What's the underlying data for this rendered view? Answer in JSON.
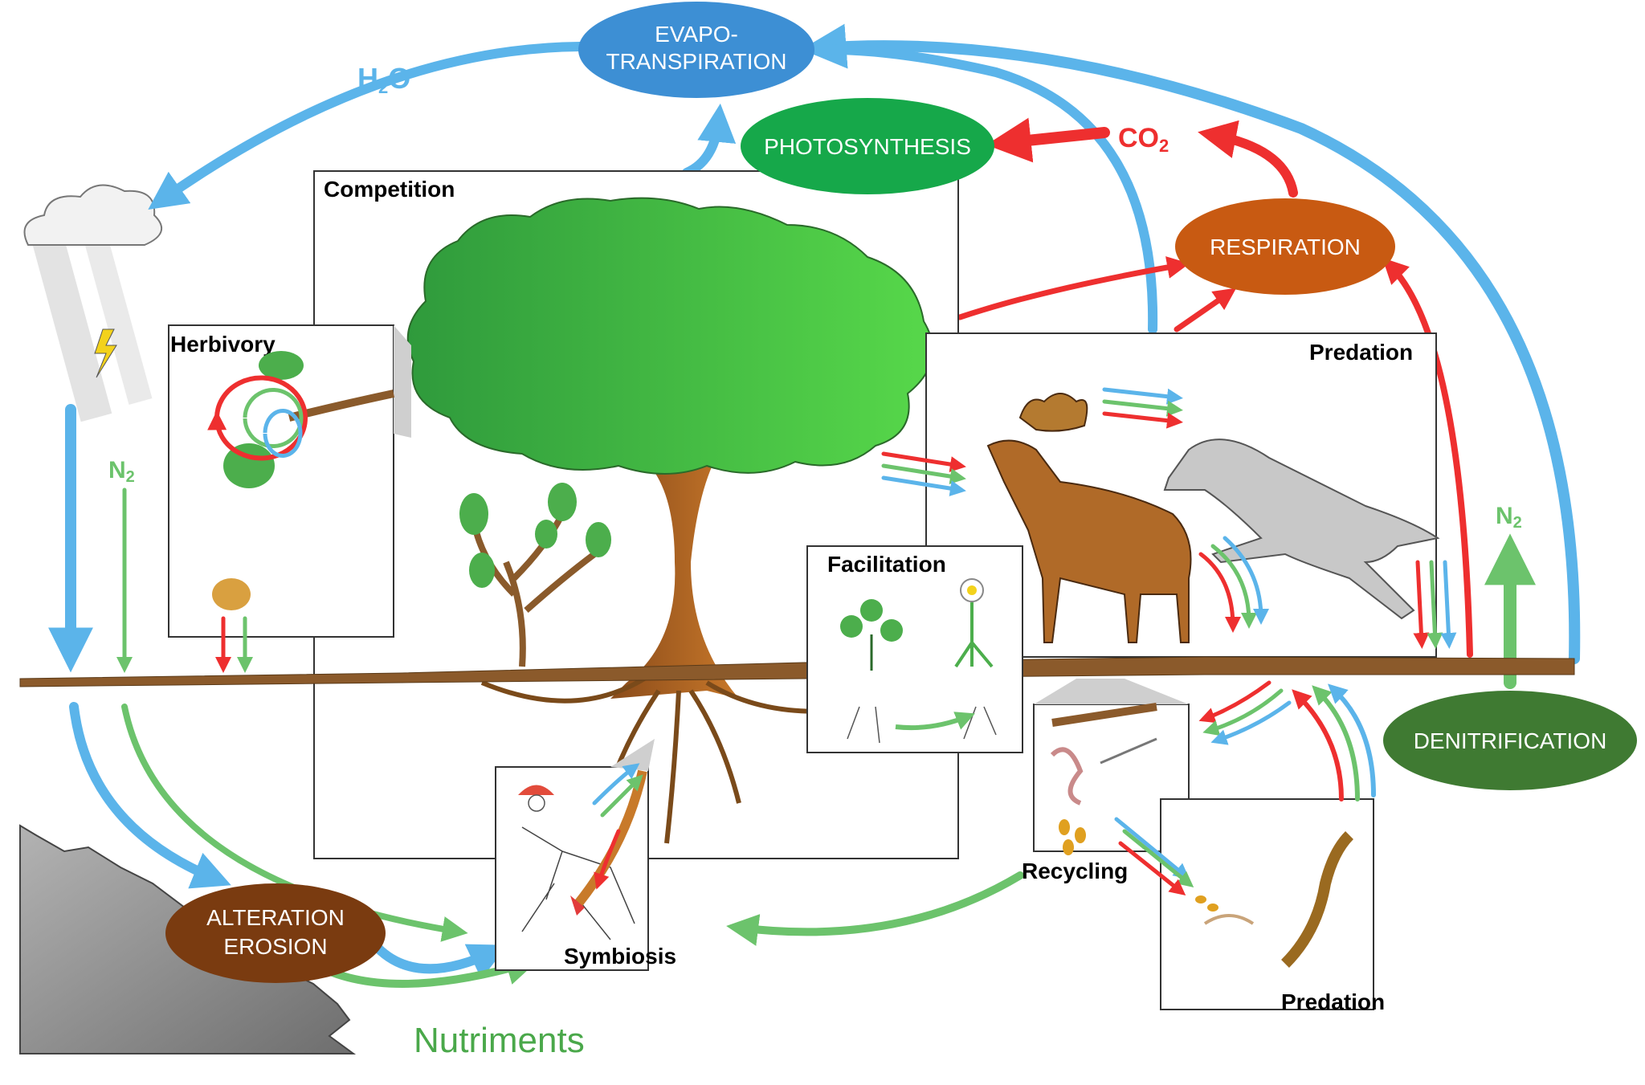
{
  "processes": {
    "evapotranspiration_line1": "EVAPO-",
    "evapotranspiration_line2": "TRANSPIRATION",
    "photosynthesis": "PHOTOSYNTHESIS",
    "respiration": "RESPIRATION",
    "denitrification": "DENITRIFICATION",
    "alteration_line1": "ALTERATION",
    "alteration_line2": "EROSION"
  },
  "interactions": {
    "competition": "Competition",
    "herbivory": "Herbivory",
    "predation_top": "Predation",
    "facilitation": "Facilitation",
    "symbiosis": "Symbiosis",
    "recycling": "Recycling",
    "predation_bottom": "Predation"
  },
  "chemicals": {
    "water_main": "H",
    "water_sub": "2",
    "water_end": "O",
    "co2_main": "CO",
    "co2_sub": "2",
    "n2_main": "N",
    "n2_sub": "2"
  },
  "nutrients_label": "Nutriments",
  "colors": {
    "water": "#5bb4ea",
    "carbon": "#ee2f2f",
    "nitrogen": "#6cc36c",
    "evapo_oval": "#3d8fd4",
    "photo_oval": "#16a84a",
    "resp_oval": "#c85a12",
    "denit_oval": "#3f7a32",
    "alter_oval": "#7a3b10",
    "nutrients_text": "#4aa84a",
    "soil": "#8b5a2b"
  }
}
